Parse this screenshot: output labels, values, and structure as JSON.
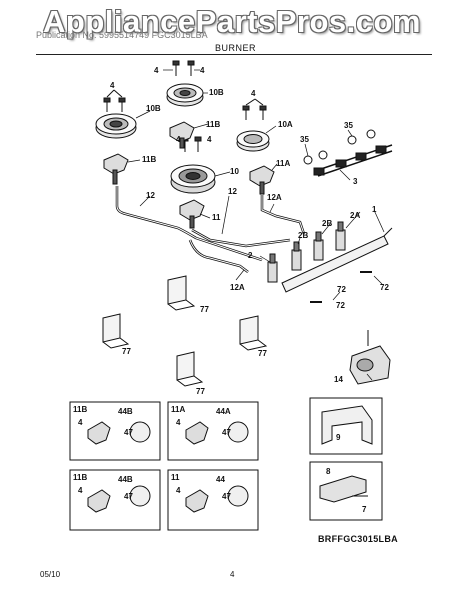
{
  "watermark": "AppliancePartsPros.com",
  "header": {
    "doc_title": "Publication No. 5995514749  FGC3015LBA",
    "section_title": "BURNER"
  },
  "diagram": {
    "labels": {
      "4": "4",
      "10B": "10B",
      "11B": "11B",
      "10A": "10A",
      "10": "10",
      "11A": "11A",
      "35": "35",
      "3": "3",
      "12": "12",
      "11": "11",
      "12A": "12A",
      "2A": "2A",
      "2B": "2B",
      "1": "1",
      "2": "2",
      "72": "72",
      "77": "77",
      "14": "14",
      "9": "9",
      "8": "8",
      "7": "7",
      "44B": "44B",
      "44A": "44A",
      "44": "44",
      "47": "47"
    },
    "model_code": "BRFFGC3015LBA"
  },
  "footer": {
    "date": "05/10",
    "page": "4"
  }
}
